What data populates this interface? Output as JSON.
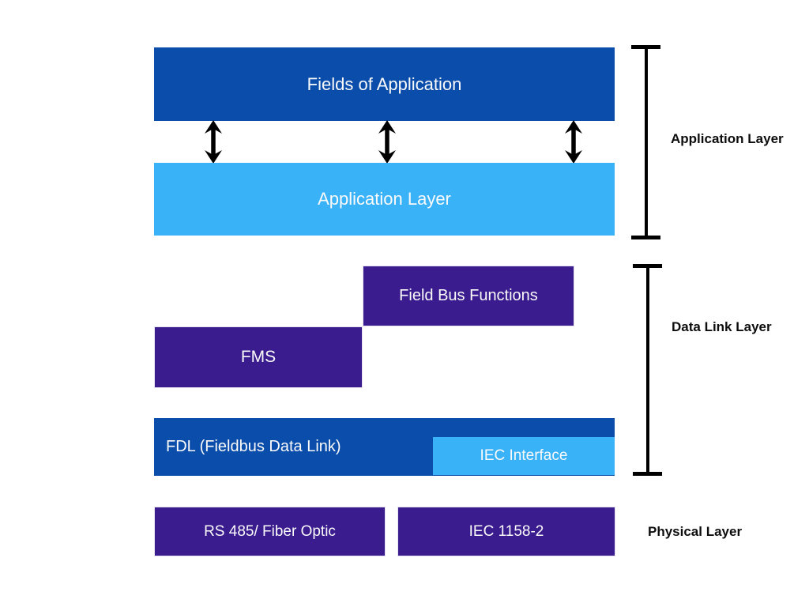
{
  "colors": {
    "canvas_bg": "#ffffff",
    "dark_blue": "#0b4dab",
    "light_blue": "#3ab2f8",
    "purple": "#3b1c8e",
    "black": "#000000",
    "white_text": "#fafafa"
  },
  "boxes": {
    "fields_of_application": {
      "label": "Fields of Application"
    },
    "application_layer": {
      "label": "Application Layer"
    },
    "field_bus_functions": {
      "label": "Field Bus Functions"
    },
    "fms": {
      "label": "FMS"
    },
    "fdl": {
      "label": "FDL (Fieldbus Data Link)"
    },
    "iec_interface": {
      "label": "IEC Interface"
    },
    "rs_485_fiber_optic": {
      "label": "RS 485/ Fiber Optic"
    },
    "iec_1158_2": {
      "label": "IEC 1158-2"
    }
  },
  "side_labels": {
    "application_layer": "Application Layer",
    "data_link_layer": "Data Link Layer",
    "physical_layer": "Physical Layer"
  },
  "icons": {
    "double_arrow": "double-headed-vertical-arrow",
    "double_arrow_count": 3
  }
}
